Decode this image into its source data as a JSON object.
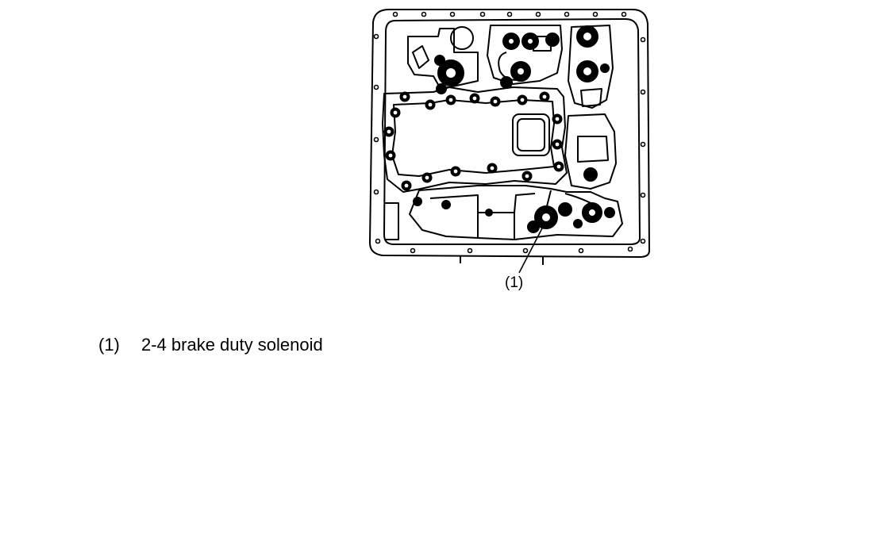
{
  "figure": {
    "callout_label": "(1)"
  },
  "legend": {
    "items": [
      {
        "number": "(1)",
        "text": "2-4 brake duty solenoid"
      }
    ]
  }
}
